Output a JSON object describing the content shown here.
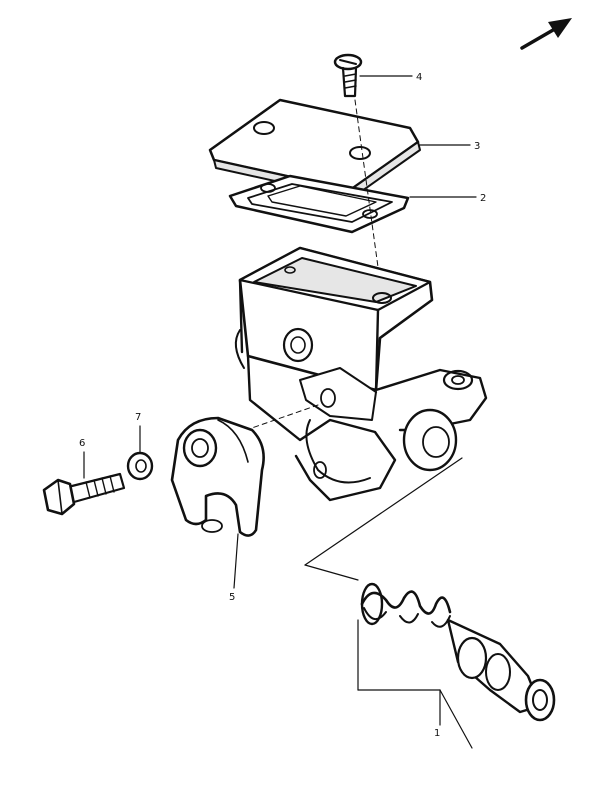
{
  "callouts": [
    {
      "id": "1",
      "label": "1"
    },
    {
      "id": "2",
      "label": "2"
    },
    {
      "id": "3",
      "label": "3"
    },
    {
      "id": "4",
      "label": "4"
    },
    {
      "id": "5",
      "label": "5"
    },
    {
      "id": "6",
      "label": "6"
    },
    {
      "id": "7",
      "label": "7"
    }
  ],
  "colors": {
    "ink": "#111111",
    "shade": "#e6e6e6",
    "paper": "#ffffff"
  }
}
